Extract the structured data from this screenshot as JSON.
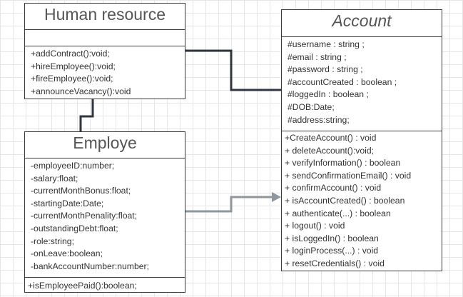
{
  "human_resource": {
    "title": "Human resource",
    "operations": [
      "+addContract():void;",
      "+hireEmployee():void;",
      "+fireEmployee():void;",
      "+announceVacancy():void"
    ]
  },
  "employe": {
    "title": "Employe",
    "attributes": [
      "-employeeID:number;",
      "-salary:float;",
      "-currentMonthBonus:float;",
      "-startingDate:Date;",
      "-currentMonthPenality:float;",
      "-outstandingDebt:float;",
      "-role:string;",
      "-onLeave:boolean;",
      "-bankAccountNumber:number;"
    ],
    "operations": [
      "+isEmployeePaid():boolean;"
    ]
  },
  "account": {
    "title": "Account",
    "attributes": [
      "#username : string ;",
      "#email : string ;",
      "#password : string ;",
      "#accountCreated : boolean ;",
      "#loggedIn : boolean ;",
      "#DOB:Date;",
      "#address:string;"
    ],
    "operations": [
      "+CreateAccount() : void",
      "+ deleteAccount():void;",
      "+ verifyInformation() : boolean",
      "+ sendConfirmationEmail() : void",
      "+ confirmAccount() : void",
      "+ isAccountCreated() : boolean",
      "+ authenticate(...) : boolean",
      "+ logout() : void",
      "+ isLoggedIn() : boolean",
      "+ loginProcess(...) : void",
      "+ resetCredentials() : void"
    ]
  },
  "colors": {
    "box_border": "#3a3a3a",
    "connector_dark": "#2f3640",
    "connector_gray": "#8e969e",
    "grid": "#e6e6e6"
  }
}
